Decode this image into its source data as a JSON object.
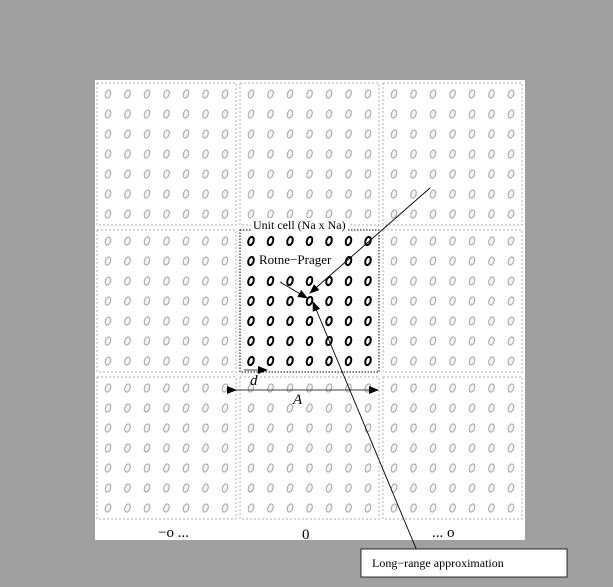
{
  "figure": {
    "labels": {
      "unit_cell": "Unit cell (Na x Na)",
      "rotne_prager": "Rotne−Prager",
      "spacing": "d",
      "cell_width": "A",
      "left_index": "−o ...",
      "center_index": "0",
      "right_index": "... o",
      "long_range": "Long−range approximation"
    },
    "grid": {
      "cells_per_side": 3,
      "particles_per_cell_side": 7,
      "central_cell_index": 4
    },
    "colors": {
      "background": "#a0a0a0",
      "panel": "#ffffff",
      "image_particle": "#a8a8a8",
      "central_particle": "#000000",
      "cell_border": "#909090"
    }
  }
}
